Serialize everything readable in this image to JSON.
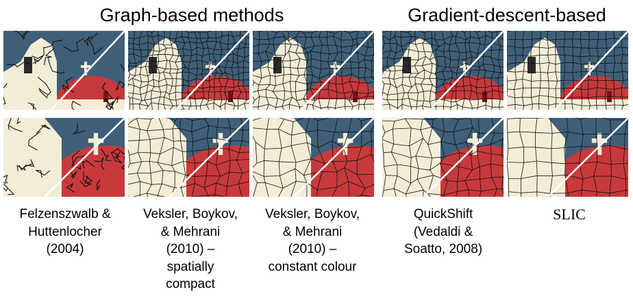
{
  "groups": [
    {
      "title": "Graph-based methods"
    },
    {
      "title": "Gradient-descent-based"
    }
  ],
  "methods": [
    {
      "caption": "Felzenszwalb &\nHuttenlocher\n(2004)"
    },
    {
      "caption": "Veksler, Boykov,\n& Mehrani\n(2010) –\nspatially\ncompact"
    },
    {
      "caption": "Veksler, Boykov,\n& Mehrani\n(2010) –\nconstant colour"
    },
    {
      "caption": "QuickShift\n(Vedaldi &\nSoatto, 2008)"
    },
    {
      "caption": "SLIC"
    }
  ],
  "colors": {
    "sky": "#3f5f78",
    "dome": "#c8393b",
    "wall": "#f3ecd6",
    "edge": "#111111",
    "diagonal": "#ffffff"
  }
}
